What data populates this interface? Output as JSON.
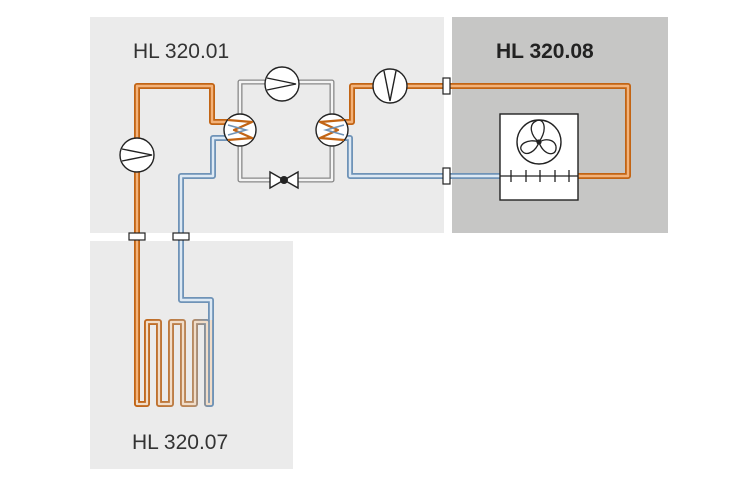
{
  "modules": {
    "hl32001": {
      "label": "HL 320.01"
    },
    "hl32008": {
      "label": "HL 320.08"
    },
    "hl32007": {
      "label": "HL 320.07"
    }
  },
  "colors": {
    "panel_light": "#ebebeb",
    "panel_dark": "#c6c6c5",
    "hot_pipe": "#d67a2b",
    "cold_pipe": "#a9c6e0",
    "refrigerant_pipe": "#cfcfcf",
    "outline": "#222222"
  },
  "icons": {
    "pump": "pump-icon",
    "heat_exchanger": "heat-exchanger-icon",
    "expansion_valve": "expansion-valve-icon",
    "compressor": "compressor-icon",
    "fan": "fan-icon",
    "connector": "connector-icon"
  }
}
